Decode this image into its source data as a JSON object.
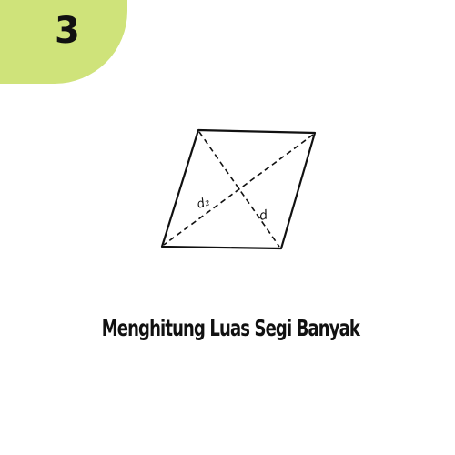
{
  "badge": {
    "number": "3",
    "color": "#cfe37a"
  },
  "diagram": {
    "shape": "rhombus",
    "labels": {
      "diagonal_1": "d₂",
      "diagonal_2": "d"
    }
  },
  "title": "Menghitung Luas Segi Banyak"
}
